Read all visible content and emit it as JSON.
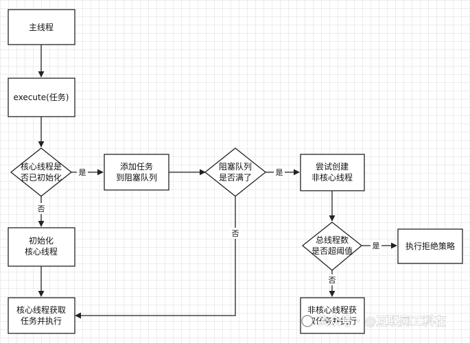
{
  "nodes": {
    "main_thread": "主线程",
    "execute": "execute(任务)",
    "core_init_q": [
      "核心线程是",
      "否已初始化"
    ],
    "add_queue": [
      "添加任务",
      "到阻塞队列"
    ],
    "queue_full_q": [
      "阻塞队列",
      "是否满了"
    ],
    "try_create": [
      "尝试创建",
      "非核心线程"
    ],
    "init_core": [
      "初始化",
      "核心线程"
    ],
    "total_q": [
      "总线程数",
      "是否超阈值"
    ],
    "reject": "执行拒绝策略",
    "core_take": [
      "核心线程获取",
      "任务并执行"
    ],
    "noncore_take": [
      "非核心线程获",
      "取任务并执行"
    ]
  },
  "labels": {
    "yes": "是",
    "no": "否"
  },
  "watermark": "公众号 · @互联网工科在"
}
